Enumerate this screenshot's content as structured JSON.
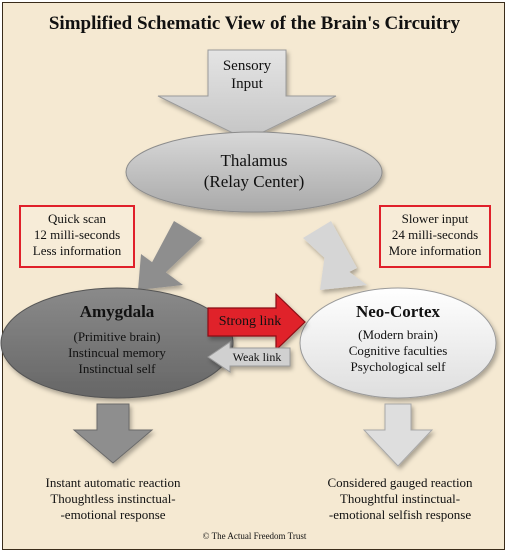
{
  "title": "Simplified Schematic View of the Brain's Circuitry",
  "sensory": {
    "line1": "Sensory",
    "line2": "Input"
  },
  "thalamus": {
    "line1": "Thalamus",
    "line2": "(Relay Center)"
  },
  "quick_scan": {
    "line1": "Quick scan",
    "line2": "12 milli-seconds",
    "line3": "Less information"
  },
  "slower_input": {
    "line1": "Slower input",
    "line2": "24 milli-seconds",
    "line3": "More information"
  },
  "amygdala": {
    "name": "Amygdala",
    "line1": "(Primitive brain)",
    "line2": "Instincual memory",
    "line3": "Instinctual self"
  },
  "neocortex": {
    "name": "Neo-Cortex",
    "line1": "(Modern brain)",
    "line2": "Cognitive faculties",
    "line3": "Psychological self"
  },
  "strong_link": "Strong link",
  "weak_link": "Weak link",
  "left_output": {
    "line1": "Instant automatic reaction",
    "line2": "Thoughtless instinctual-",
    "line3": "-emotional response"
  },
  "right_output": {
    "line1": "Considered gauged reaction",
    "line2": "Thoughtful instinctual-",
    "line3": "-emotional selfish response"
  },
  "copyright": "© The Actual Freedom Trust",
  "colors": {
    "background": "#f5e9d2",
    "box_border": "#e0202a",
    "strong_link": "#e0202a",
    "amygdala": "#7a7a7a",
    "neocortex": "#f2f2f2"
  }
}
